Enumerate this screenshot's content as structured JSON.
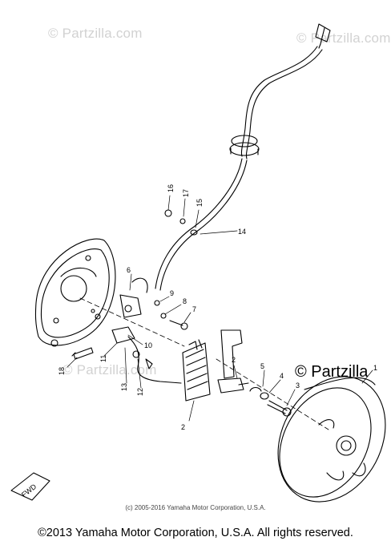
{
  "watermarks": {
    "top_left": "© Partzilla.com",
    "top_right": "© Partzilla.com",
    "mid_left": "© Partzilla.com",
    "main": "© Partzilla"
  },
  "callouts": [
    "1",
    "2",
    "3",
    "4",
    "5",
    "6",
    "7",
    "8",
    "9",
    "10",
    "11",
    "12",
    "13",
    "14",
    "15",
    "16",
    "17",
    "18"
  ],
  "fwd_label": "FWD",
  "inner_copyright": "(c) 2005-2016 Yamaha Motor Corporation, U.S.A.",
  "footer_copyright": "©2013 Yamaha Motor Corporation, U.S.A. All rights reserved."
}
